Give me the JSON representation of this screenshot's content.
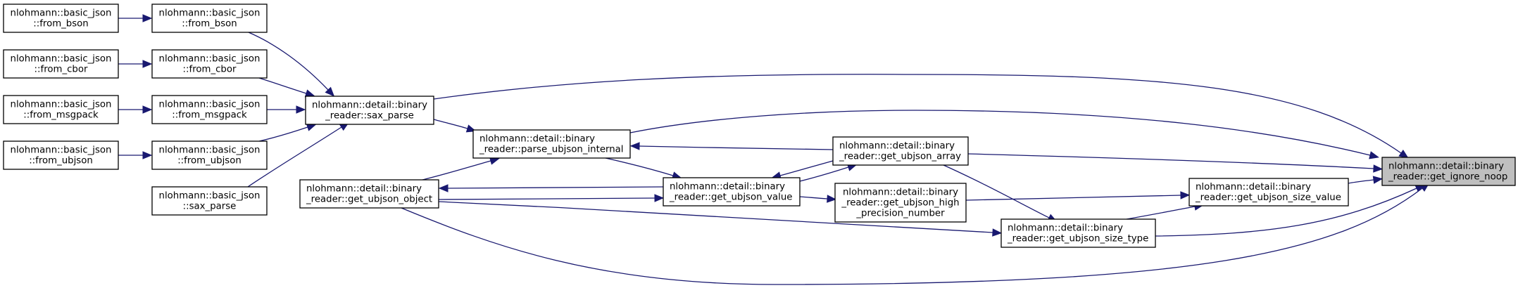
{
  "title": "Caller graph of nlohmann::detail::binary_reader::get_ignore_noop",
  "colors": {
    "edge": "#191970",
    "node_fill": "#ffffff",
    "node_highlight_fill": "#bfbfbf",
    "node_border": "#000000"
  },
  "nodes": [
    {
      "id": "bj_from_bson_1",
      "lines": [
        "nlohmann::basic_json",
        "::from_bson"
      ],
      "align": "center"
    },
    {
      "id": "bj_from_cbor_1",
      "lines": [
        "nlohmann::basic_json",
        "::from_cbor"
      ],
      "align": "center"
    },
    {
      "id": "bj_from_msgpack_1",
      "lines": [
        "nlohmann::basic_json",
        "::from_msgpack"
      ],
      "align": "center"
    },
    {
      "id": "bj_from_ubjson_1",
      "lines": [
        "nlohmann::basic_json",
        "::from_ubjson"
      ],
      "align": "center"
    },
    {
      "id": "bj_from_bson_2",
      "lines": [
        "nlohmann::basic_json",
        "::from_bson"
      ],
      "align": "center"
    },
    {
      "id": "bj_from_cbor_2",
      "lines": [
        "nlohmann::basic_json",
        "::from_cbor"
      ],
      "align": "center"
    },
    {
      "id": "bj_from_msgpack_2",
      "lines": [
        "nlohmann::basic_json",
        "::from_msgpack"
      ],
      "align": "center"
    },
    {
      "id": "bj_from_ubjson_2",
      "lines": [
        "nlohmann::basic_json",
        "::from_ubjson"
      ],
      "align": "center"
    },
    {
      "id": "bj_sax_parse",
      "lines": [
        "nlohmann::basic_json",
        "::sax_parse"
      ],
      "align": "center"
    },
    {
      "id": "br_sax_parse",
      "lines": [
        "nlohmann::detail::binary",
        "_reader::sax_parse"
      ],
      "align": "center"
    },
    {
      "id": "br_get_ubjson_object",
      "lines": [
        "nlohmann::detail::binary",
        "_reader::get_ubjson_object"
      ],
      "align": "left"
    },
    {
      "id": "br_parse_ubjson_internal",
      "lines": [
        "nlohmann::detail::binary",
        "_reader::parse_ubjson_internal"
      ],
      "align": "left"
    },
    {
      "id": "br_get_ubjson_value",
      "lines": [
        "nlohmann::detail::binary",
        "_reader::get_ubjson_value"
      ],
      "align": "left"
    },
    {
      "id": "br_get_ubjson_array",
      "lines": [
        "nlohmann::detail::binary",
        "_reader::get_ubjson_array"
      ],
      "align": "left"
    },
    {
      "id": "br_get_ubjson_high_precision_number",
      "lines": [
        "nlohmann::detail::binary",
        "_reader::get_ubjson_high",
        "_precision_number"
      ],
      "align": "center"
    },
    {
      "id": "br_get_ubjson_size_type",
      "lines": [
        "nlohmann::detail::binary",
        "_reader::get_ubjson_size_type"
      ],
      "align": "left"
    },
    {
      "id": "br_get_ubjson_size_value",
      "lines": [
        "nlohmann::detail::binary",
        "_reader::get_ubjson_size_value"
      ],
      "align": "left"
    },
    {
      "id": "br_get_ignore_noop",
      "lines": [
        "nlohmann::detail::binary",
        "_reader::get_ignore_noop"
      ],
      "align": "left",
      "highlighted": true
    }
  ],
  "edges": [
    {
      "from": "bj_from_bson_1",
      "to": "bj_from_bson_2"
    },
    {
      "from": "bj_from_cbor_1",
      "to": "bj_from_cbor_2"
    },
    {
      "from": "bj_from_msgpack_1",
      "to": "bj_from_msgpack_2"
    },
    {
      "from": "bj_from_ubjson_1",
      "to": "bj_from_ubjson_2"
    },
    {
      "from": "bj_from_bson_2",
      "to": "br_sax_parse"
    },
    {
      "from": "bj_from_cbor_2",
      "to": "br_sax_parse"
    },
    {
      "from": "bj_from_msgpack_2",
      "to": "br_sax_parse"
    },
    {
      "from": "bj_from_ubjson_2",
      "to": "br_sax_parse"
    },
    {
      "from": "bj_sax_parse",
      "to": "br_sax_parse"
    },
    {
      "from": "br_sax_parse",
      "to": "br_parse_ubjson_internal"
    },
    {
      "from": "br_sax_parse",
      "to": "br_get_ignore_noop"
    },
    {
      "from": "br_parse_ubjson_internal",
      "to": "br_get_ubjson_value"
    },
    {
      "from": "br_parse_ubjson_internal",
      "to": "br_get_ignore_noop"
    },
    {
      "from": "br_get_ubjson_object",
      "to": "br_parse_ubjson_internal"
    },
    {
      "from": "br_get_ubjson_object",
      "to": "br_get_ubjson_value"
    },
    {
      "from": "br_get_ubjson_object",
      "to": "br_get_ubjson_size_type"
    },
    {
      "from": "br_get_ubjson_object",
      "to": "br_get_ignore_noop"
    },
    {
      "from": "br_get_ubjson_value",
      "to": "br_get_ubjson_object"
    },
    {
      "from": "br_get_ubjson_value",
      "to": "br_get_ubjson_array"
    },
    {
      "from": "br_get_ubjson_value",
      "to": "br_get_ubjson_high_precision_number"
    },
    {
      "from": "br_get_ubjson_array",
      "to": "br_parse_ubjson_internal"
    },
    {
      "from": "br_get_ubjson_array",
      "to": "br_get_ubjson_value"
    },
    {
      "from": "br_get_ubjson_array",
      "to": "br_get_ubjson_size_type"
    },
    {
      "from": "br_get_ubjson_array",
      "to": "br_get_ignore_noop"
    },
    {
      "from": "br_get_ubjson_high_precision_number",
      "to": "br_get_ubjson_size_value"
    },
    {
      "from": "br_get_ubjson_size_type",
      "to": "br_get_ubjson_size_value"
    },
    {
      "from": "br_get_ubjson_size_type",
      "to": "br_get_ignore_noop"
    },
    {
      "from": "br_get_ubjson_size_value",
      "to": "br_get_ignore_noop"
    }
  ]
}
